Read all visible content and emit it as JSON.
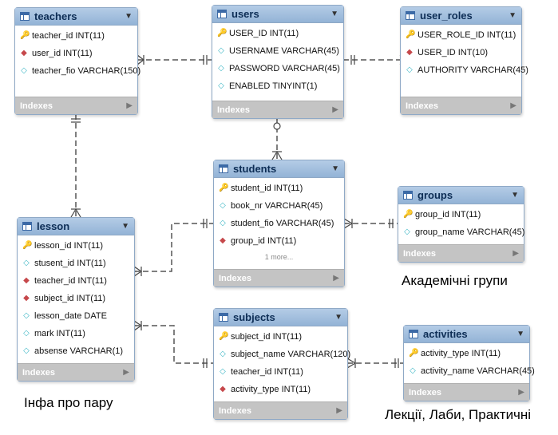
{
  "tables": {
    "teachers": {
      "name": "teachers",
      "columns": [
        "teacher_id INT(11)",
        "user_id INT(11)",
        "teacher_fio VARCHAR(150)"
      ],
      "indexes": "Indexes"
    },
    "users": {
      "name": "users",
      "columns": [
        "USER_ID INT(11)",
        "USERNAME VARCHAR(45)",
        "PASSWORD VARCHAR(45)",
        "ENABLED TINYINT(1)"
      ],
      "indexes": "Indexes"
    },
    "user_roles": {
      "name": "user_roles",
      "columns": [
        "USER_ROLE_ID INT(11)",
        "USER_ID INT(10)",
        "AUTHORITY VARCHAR(45)"
      ],
      "indexes": "Indexes"
    },
    "students": {
      "name": "students",
      "columns": [
        "student_id INT(11)",
        "book_nr VARCHAR(45)",
        "student_fio VARCHAR(45)",
        "group_id INT(11)"
      ],
      "more": "1 more...",
      "indexes": "Indexes"
    },
    "groups": {
      "name": "groups",
      "columns": [
        "group_id INT(11)",
        "group_name VARCHAR(45)"
      ],
      "indexes": "Indexes"
    },
    "lesson": {
      "name": "lesson",
      "columns": [
        "lesson_id INT(11)",
        "stusent_id INT(11)",
        "teacher_id INT(11)",
        "subject_id INT(11)",
        "lesson_date DATE",
        "mark INT(11)",
        "absense VARCHAR(1)"
      ],
      "indexes": "Indexes"
    },
    "subjects": {
      "name": "subjects",
      "columns": [
        "subject_id INT(11)",
        "subject_name VARCHAR(120)",
        "teacher_id INT(11)",
        "activity_type INT(11)"
      ],
      "indexes": "Indexes"
    },
    "activities": {
      "name": "activities",
      "columns": [
        "activity_type INT(11)",
        "activity_name VARCHAR(45)"
      ],
      "indexes": "Indexes"
    }
  },
  "captions": {
    "groups": "Академічні групи",
    "lesson": "Інфа про пару",
    "activities": "Лекції, Лаби, Практичні"
  },
  "colors": {
    "header": "#a8c2e0",
    "index_bar": "#c4c4c4",
    "key_icon": "#e2b40d",
    "fk_icon": "#c6484b",
    "column_icon": "#3eb7c6"
  }
}
